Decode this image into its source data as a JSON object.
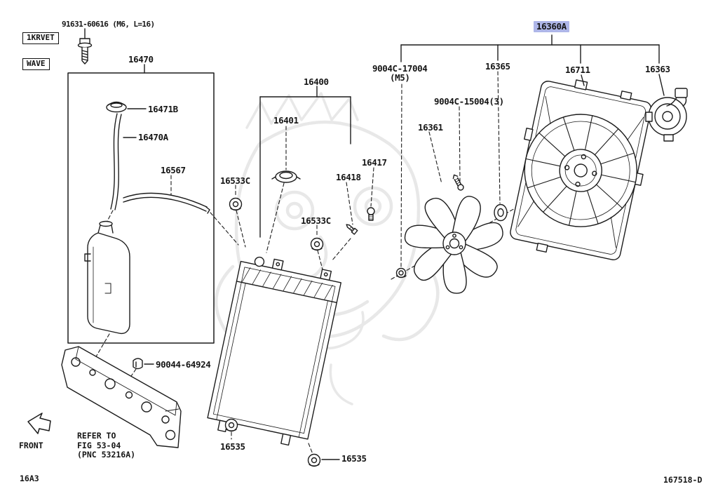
{
  "document": {
    "type": "parts-diagram",
    "footer_left_code": "16A3",
    "footer_right_code": "167518-D"
  },
  "stamps": {
    "stamp1": "1KRVET",
    "stamp2": "WAVE"
  },
  "front_label": "FRONT",
  "reference_note": {
    "line1": "REFER TO",
    "line2": "FIG 53-04",
    "line3": "(PNC 53216A)"
  },
  "parts": {
    "p91631": "91631-60616 (M6, L=16)",
    "p16470": "16470",
    "p16471B": "16471B",
    "p16470A": "16470A",
    "p16567": "16567",
    "p90044": "90044-64924",
    "p16400": "16400",
    "p16401": "16401",
    "p16533C_a": "16533C",
    "p16533C_b": "16533C",
    "p16417": "16417",
    "p16418": "16418",
    "p16535_a": "16535",
    "p16535_b": "16535",
    "p9004C17004": "9004C-17004",
    "p9004C17004_sub": "(M5)",
    "p9004C15004": "9004C-15004(3)",
    "p16361": "16361",
    "p16365": "16365",
    "p16360A": "16360A",
    "p16711": "16711",
    "p16363": "16363"
  },
  "highlight": {
    "highlighted_part": "16360A",
    "color": "#aeb6e8"
  },
  "line_colors": {
    "drawing": "#1c1c1c",
    "watermark": "#d6d6d6"
  }
}
